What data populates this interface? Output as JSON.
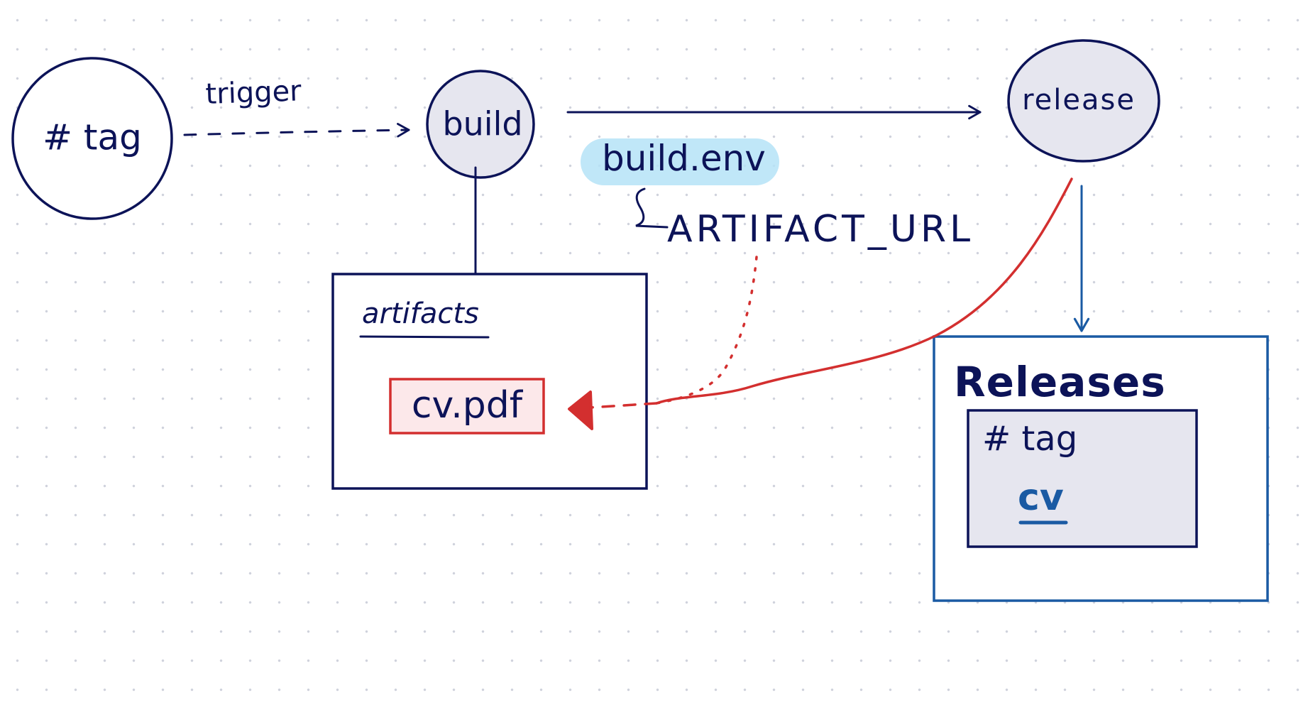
{
  "colors": {
    "ink": "#0c1358",
    "blue": "#1a5aa3",
    "red": "#d32f2f",
    "node_fill": "#e6e6ef",
    "highlight": "#b5e3f7",
    "pdf_fill": "#fce8ea"
  },
  "nodes": {
    "tag": "# tag",
    "build": "build",
    "release": "release"
  },
  "edges": {
    "trigger": "trigger"
  },
  "env": {
    "file": "build.env",
    "variable": "ARTIFACT_URL"
  },
  "artifacts": {
    "title": "artifacts",
    "file": "cv.pdf"
  },
  "releases": {
    "title": "Releases",
    "tag": "# tag",
    "asset": "cv"
  }
}
